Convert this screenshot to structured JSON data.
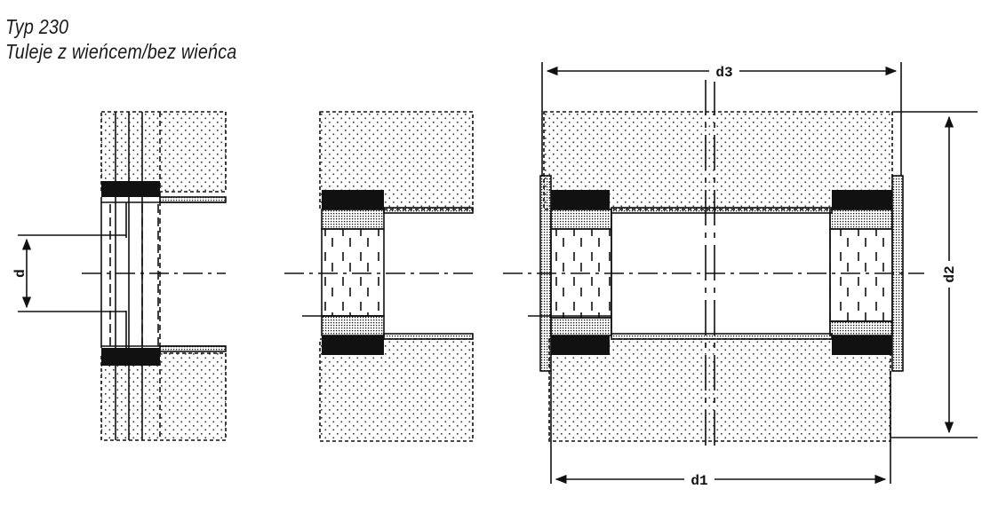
{
  "header": {
    "title": "Typ 230",
    "subtitle": "Tuleje z wieńcem/bez wieńca"
  },
  "dimensions": {
    "top_width": "d3",
    "bottom_width": "d1",
    "right_height": "d2",
    "left_height": "d"
  },
  "colors": {
    "line": "#111111",
    "dot": "#333333",
    "fill": "#ffffff"
  }
}
